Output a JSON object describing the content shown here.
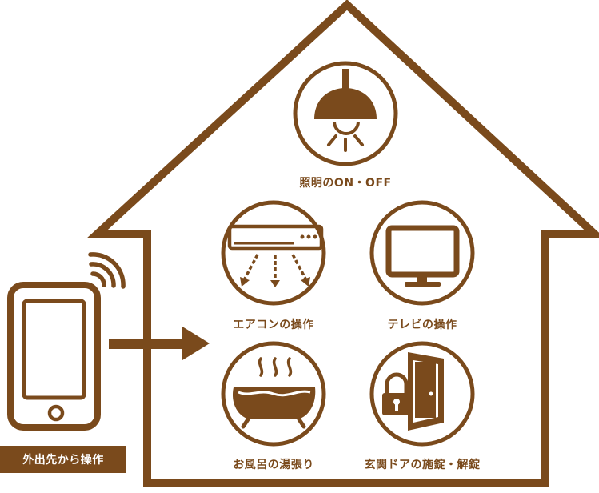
{
  "colors": {
    "brown": "#7a4a1c",
    "background": "#ffffff"
  },
  "remote": {
    "label": "外出先から操作"
  },
  "features": [
    {
      "label": "照明のON・OFF",
      "icon": "ceiling-light-icon"
    },
    {
      "label": "エアコンの操作",
      "icon": "air-conditioner-icon"
    },
    {
      "label": "テレビの操作",
      "icon": "television-icon"
    },
    {
      "label": "お風呂の湯張り",
      "icon": "bathtub-icon"
    },
    {
      "label": "玄関ドアの施錠・解錠",
      "icon": "door-lock-icon"
    }
  ]
}
